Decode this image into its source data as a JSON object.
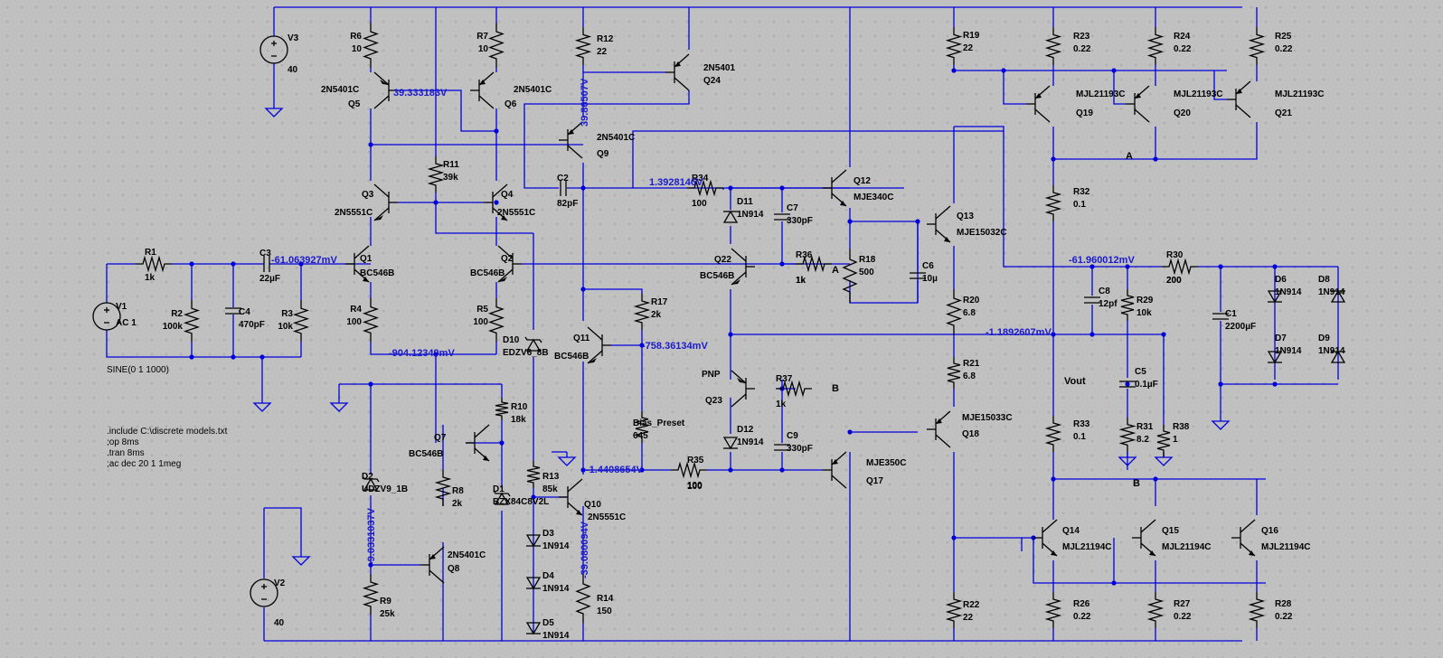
{
  "sources": {
    "V1": {
      "name": "V1",
      "value": "AC 1",
      "tran": "SINE(0 1 1000)"
    },
    "V2": {
      "name": "V2",
      "value": "40"
    },
    "V3": {
      "name": "V3",
      "value": "40"
    }
  },
  "resistors": [
    {
      "id": "R1",
      "value": "1k"
    },
    {
      "id": "R2",
      "value": "100k"
    },
    {
      "id": "R3",
      "value": "10k"
    },
    {
      "id": "R4",
      "value": "100"
    },
    {
      "id": "R5",
      "value": "100"
    },
    {
      "id": "R6",
      "value": "10"
    },
    {
      "id": "R7",
      "value": "10"
    },
    {
      "id": "R8",
      "value": "2k"
    },
    {
      "id": "R9",
      "value": "25k"
    },
    {
      "id": "R10",
      "value": "18k"
    },
    {
      "id": "R11",
      "value": "39k"
    },
    {
      "id": "R12",
      "value": "22"
    },
    {
      "id": "R13",
      "value": "85k"
    },
    {
      "id": "R14",
      "value": "150"
    },
    {
      "id": "R17",
      "value": "2k"
    },
    {
      "id": "R18",
      "value": "500"
    },
    {
      "id": "R19",
      "value": "22"
    },
    {
      "id": "R20",
      "value": "6.8"
    },
    {
      "id": "R21",
      "value": "6.8"
    },
    {
      "id": "R22",
      "value": "22"
    },
    {
      "id": "R23",
      "value": "0.22"
    },
    {
      "id": "R24",
      "value": "0.22"
    },
    {
      "id": "R25",
      "value": "0.22"
    },
    {
      "id": "R26",
      "value": "0.22"
    },
    {
      "id": "R27",
      "value": "0.22"
    },
    {
      "id": "R28",
      "value": "0.22"
    },
    {
      "id": "R29",
      "value": "10k"
    },
    {
      "id": "R30",
      "value": "200"
    },
    {
      "id": "R31",
      "value": "8.2"
    },
    {
      "id": "R32",
      "value": "0.1"
    },
    {
      "id": "R33",
      "value": "0.1"
    },
    {
      "id": "R34",
      "value": "100"
    },
    {
      "id": "R35",
      "value": "100"
    },
    {
      "id": "R36",
      "value": "1k"
    },
    {
      "id": "R37",
      "value": "1k"
    },
    {
      "id": "R38",
      "value": "1"
    },
    {
      "id": "Bias_Preset",
      "value": "645"
    }
  ],
  "capacitors": [
    {
      "id": "C1",
      "value": "2200µF"
    },
    {
      "id": "C2",
      "value": "82pF"
    },
    {
      "id": "C3",
      "value": "22µF"
    },
    {
      "id": "C4",
      "value": "470pF"
    },
    {
      "id": "C5",
      "value": "0.1µF"
    },
    {
      "id": "C6",
      "value": "10µ"
    },
    {
      "id": "C7",
      "value": "330pF"
    },
    {
      "id": "C8",
      "value": "12pf"
    },
    {
      "id": "C9",
      "value": "330pF"
    }
  ],
  "diodes": [
    {
      "id": "D1",
      "model": "BZX84C8V2L"
    },
    {
      "id": "D2",
      "model": "UDZV9_1B"
    },
    {
      "id": "D3",
      "model": "1N914"
    },
    {
      "id": "D4",
      "model": "1N914"
    },
    {
      "id": "D5",
      "model": "1N914"
    },
    {
      "id": "D6",
      "model": "1N914"
    },
    {
      "id": "D7",
      "model": "1N914"
    },
    {
      "id": "D8",
      "model": "1N914"
    },
    {
      "id": "D9",
      "model": "1N914"
    },
    {
      "id": "D10",
      "model": "EDZV6_8B"
    },
    {
      "id": "D11",
      "model": "1N914"
    },
    {
      "id": "D12",
      "model": "1N914"
    }
  ],
  "transistors": [
    {
      "id": "Q1",
      "model": "BC546B"
    },
    {
      "id": "Q2",
      "model": "BC546B"
    },
    {
      "id": "Q3",
      "model": "2N5551C"
    },
    {
      "id": "Q4",
      "model": "2N5551C"
    },
    {
      "id": "Q5",
      "model": "2N5401C"
    },
    {
      "id": "Q6",
      "model": "2N5401C"
    },
    {
      "id": "Q7",
      "model": "BC546B"
    },
    {
      "id": "Q8",
      "model": "2N5401C"
    },
    {
      "id": "Q9",
      "model": "2N5401C"
    },
    {
      "id": "Q10",
      "model": "2N5551C"
    },
    {
      "id": "Q11",
      "model": "BC546B"
    },
    {
      "id": "Q12",
      "model": "MJE340C"
    },
    {
      "id": "Q13",
      "model": "MJE15032C"
    },
    {
      "id": "Q14",
      "model": "MJL21194C"
    },
    {
      "id": "Q15",
      "model": "MJL21194C"
    },
    {
      "id": "Q16",
      "model": "MJL21194C"
    },
    {
      "id": "Q17",
      "model": "MJE350C"
    },
    {
      "id": "Q18",
      "model": "MJE15033C"
    },
    {
      "id": "Q19",
      "model": "MJL21193C"
    },
    {
      "id": "Q20",
      "model": "MJL21193C"
    },
    {
      "id": "Q21",
      "model": "MJL21193C"
    },
    {
      "id": "Q22",
      "model": "BC546B"
    },
    {
      "id": "Q23",
      "model": "PNP"
    },
    {
      "id": "Q24",
      "model": "2N5401"
    }
  ],
  "voltages": {
    "v1": "39.333183V",
    "v2": "39.86507V",
    "v3": "1.3928146V",
    "v4": "-61.063927mV",
    "v5": "-61.960012mV",
    "v6": "-1.1892607mV",
    "v7": "-758.36134mV",
    "v8": "-904.12349mV",
    "v9": "-1.4408654V",
    "v10": "-39.080094V",
    "v11": "-9.0331037V"
  },
  "net_labels": {
    "a1": "A",
    "a2": "A",
    "b1": "B",
    "b2": "B",
    "vout": "Vout"
  },
  "directives": [
    ".include C:\\discrete models.txt",
    ";op 8ms",
    ".tran 8ms",
    ";ac dec 20 1 1meg"
  ]
}
